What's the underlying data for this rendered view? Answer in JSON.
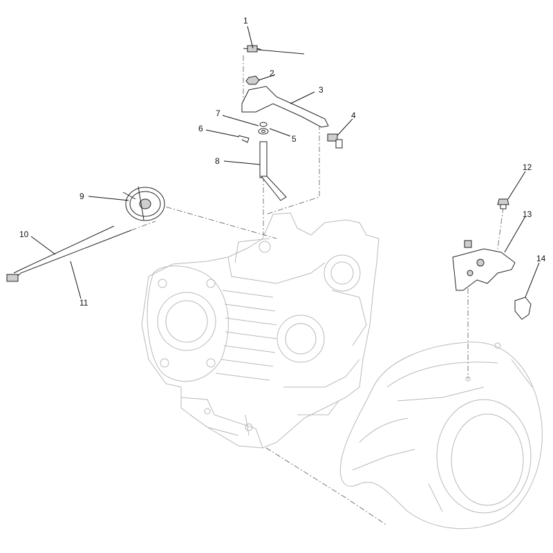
{
  "diagram": {
    "callouts": [
      {
        "id": "1",
        "label": "1"
      },
      {
        "id": "2",
        "label": "2"
      },
      {
        "id": "3",
        "label": "3"
      },
      {
        "id": "4",
        "label": "4"
      },
      {
        "id": "5",
        "label": "5"
      },
      {
        "id": "6",
        "label": "6"
      },
      {
        "id": "7",
        "label": "7"
      },
      {
        "id": "8",
        "label": "8"
      },
      {
        "id": "9",
        "label": "9"
      },
      {
        "id": "10",
        "label": "10"
      },
      {
        "id": "11",
        "label": "11"
      },
      {
        "id": "12",
        "label": "12"
      },
      {
        "id": "13",
        "label": "13"
      },
      {
        "id": "14",
        "label": "14"
      }
    ],
    "colors": {
      "line": "#111111",
      "ghost": "#b8b8b8",
      "background": "#ffffff"
    }
  }
}
